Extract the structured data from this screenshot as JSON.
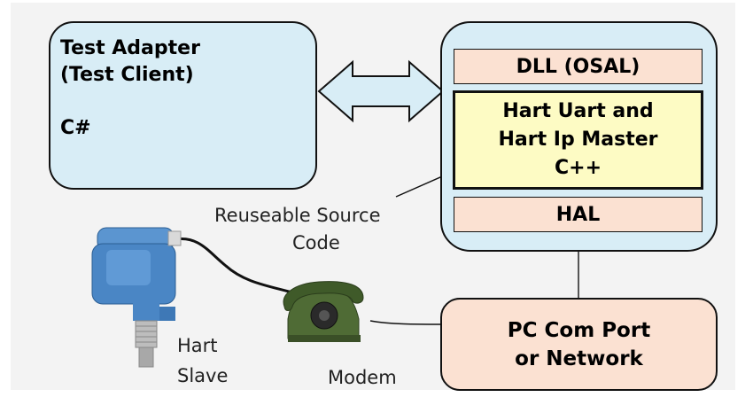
{
  "test_adapter": {
    "line1": "Test Adapter",
    "line2": "(Test Client)",
    "language": "C#"
  },
  "stack": {
    "osal": "DLL (OSAL)",
    "master_line1": "Hart Uart and",
    "master_line2": "Hart Ip Master",
    "master_line3": "C++",
    "hal": "HAL"
  },
  "pc_port": {
    "line1": "PC Com Port",
    "line2": "or Network"
  },
  "labels": {
    "reuse_line1": "Reuseable Source",
    "reuse_line2": "Code",
    "slave_line1": "Hart",
    "slave_line2": "Slave",
    "modem": "Modem"
  },
  "colors": {
    "client_fill": "#d8edf6",
    "stack_fill": "#d8edf6",
    "layer_fill": "#fbe1d2",
    "master_fill": "#fdfbc4",
    "pc_fill": "#fbe1d2",
    "transmitter": "#4a86c5",
    "phone": "#4f6b35"
  }
}
